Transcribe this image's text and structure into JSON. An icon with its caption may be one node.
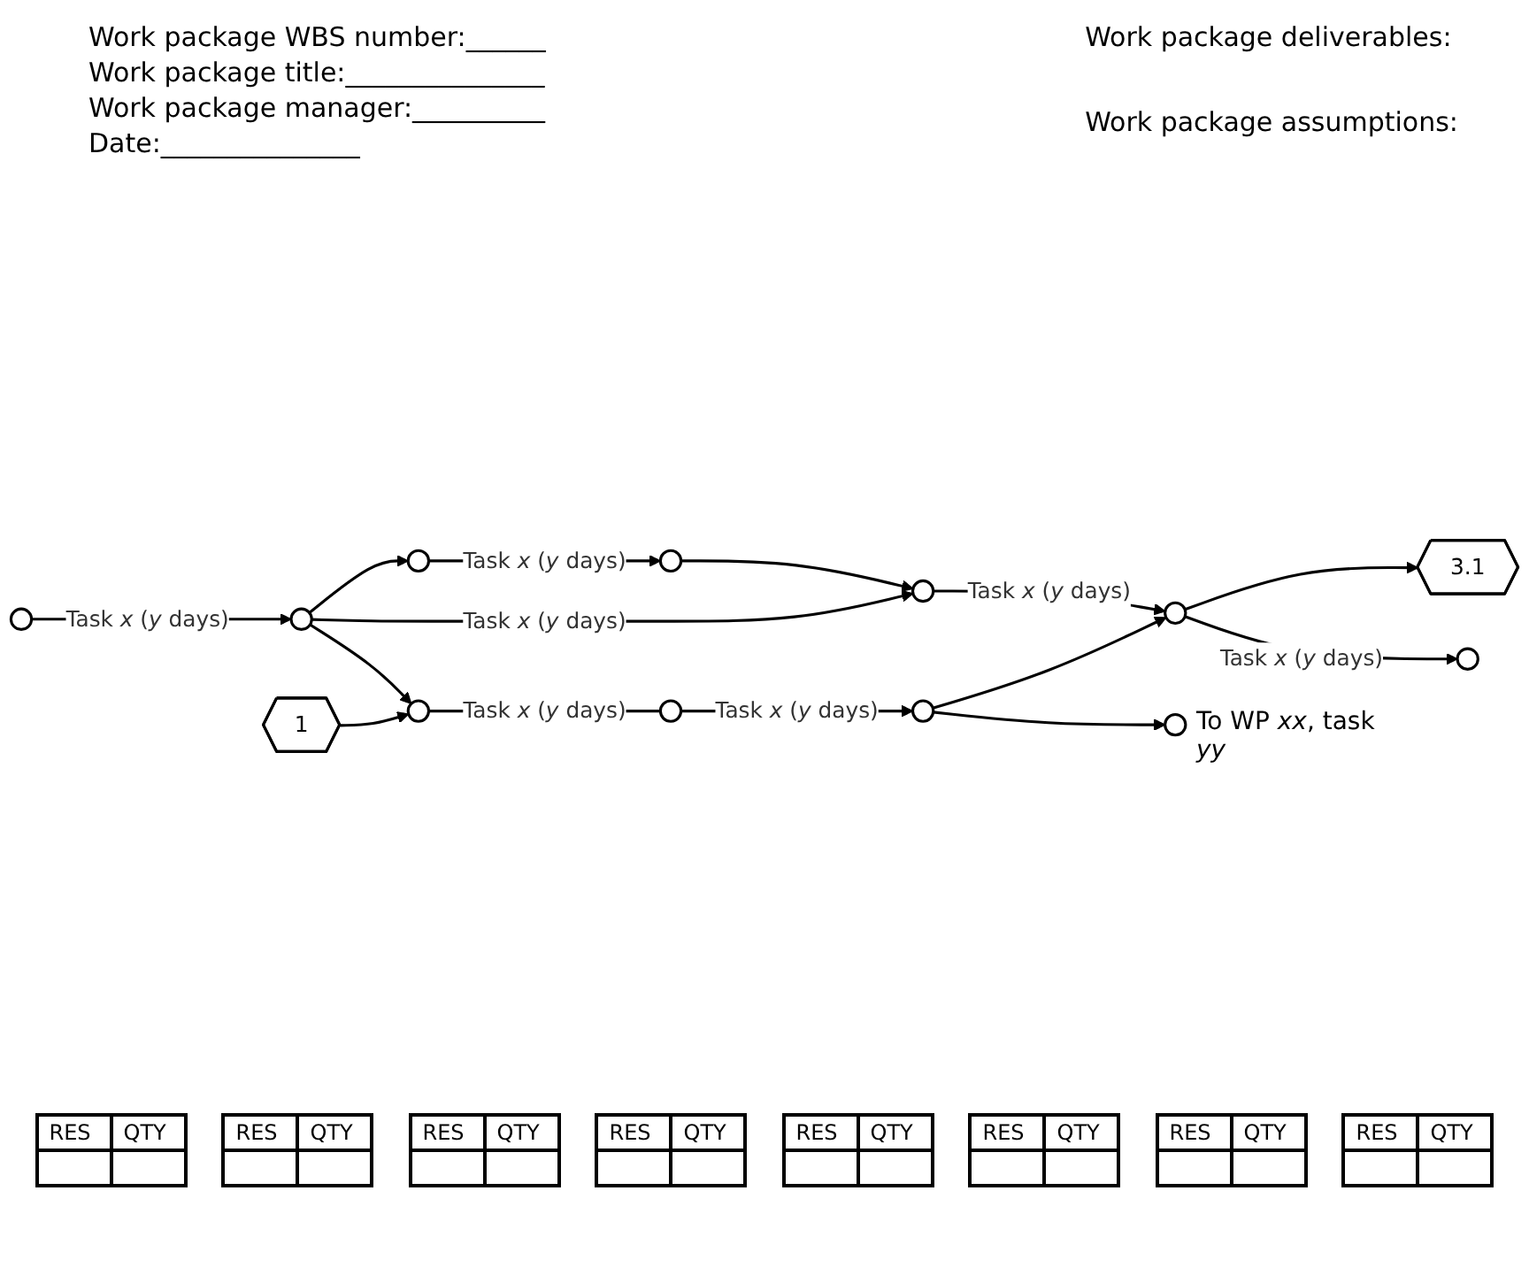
{
  "diagram": {
    "nodes": [
      {
        "text": [],
        "shape": "circle"
      },
      {
        "text": [],
        "shape": "circle"
      },
      {
        "text": [],
        "shape": "circle"
      },
      {
        "text": [],
        "shape": "circle"
      },
      {
        "text": [],
        "shape": "circle"
      },
      {
        "text": [],
        "shape": "circle"
      },
      {
        "text": [],
        "shape": "circle"
      },
      {
        "text": [
          "3.1"
        ]
      },
      {
        "text": [],
        "shape": "circle"
      },
      {
        "text": [],
        "shape": "circle"
      },
      {
        "text": [],
        "shape": "circle"
      },
      {
        "text": [
          "1"
        ]
      },
      {
        "text": [],
        "shape": "circle",
        "beside": [
          "To WP *xx*, task *yy*"
        ]
      }
    ],
    "edges": [
      {
        "from": 0,
        "to": 1,
        "arrow": "to",
        "label": "Task *x* (*y* days)"
      },
      {
        "from": 1,
        "to": 2,
        "arrow": "to"
      },
      {
        "from": 1,
        "to": 8,
        "arrow": "to"
      },
      {
        "from": 2,
        "to": 3,
        "arrow": "to",
        "label": "Task *x* (*y* days)"
      },
      {
        "from": 3,
        "to": 4,
        "arrow": "to"
      },
      {
        "from": 1,
        "to": 4,
        "arrow": "to",
        "label": "Task *x* (*y* days)"
      },
      {
        "from": 4,
        "to": 5,
        "arrow": "to",
        "label": "Task *x* (*y* days)"
      },
      {
        "from": 5,
        "to": 7,
        "arrow": "to"
      },
      {
        "from": 5,
        "to": 6,
        "arrow": "to",
        "label": "Task *x* (*y* days)"
      },
      {
        "from": 11,
        "to": 8,
        "arrow": "to"
      },
      {
        "from": 8,
        "to": 9,
        "arrow": "none",
        "label": "Task *x* (*y* days)"
      },
      {
        "from": 9,
        "to": 10,
        "arrow": "to",
        "label": "Task *x* (*y* days)"
      },
      {
        "from": 10,
        "to": 5,
        "arrow": "to"
      },
      {
        "from": 10,
        "to": 12,
        "arrow": "to"
      }
    ],
    "labels": [
      "Work package WBS number:______",
      "Work package title:_______________",
      "Work package manager:__________",
      "Date:_______________",
      "Work package deliverables:",
      "Work package assumptions:",
      "RES",
      "QTY",
      "RES",
      "QTY",
      "RES",
      "QTY",
      "RES",
      "QTY",
      "RES",
      "QTY",
      "RES",
      "QTY",
      "RES",
      "QTY",
      "RES",
      "QTY"
    ]
  }
}
